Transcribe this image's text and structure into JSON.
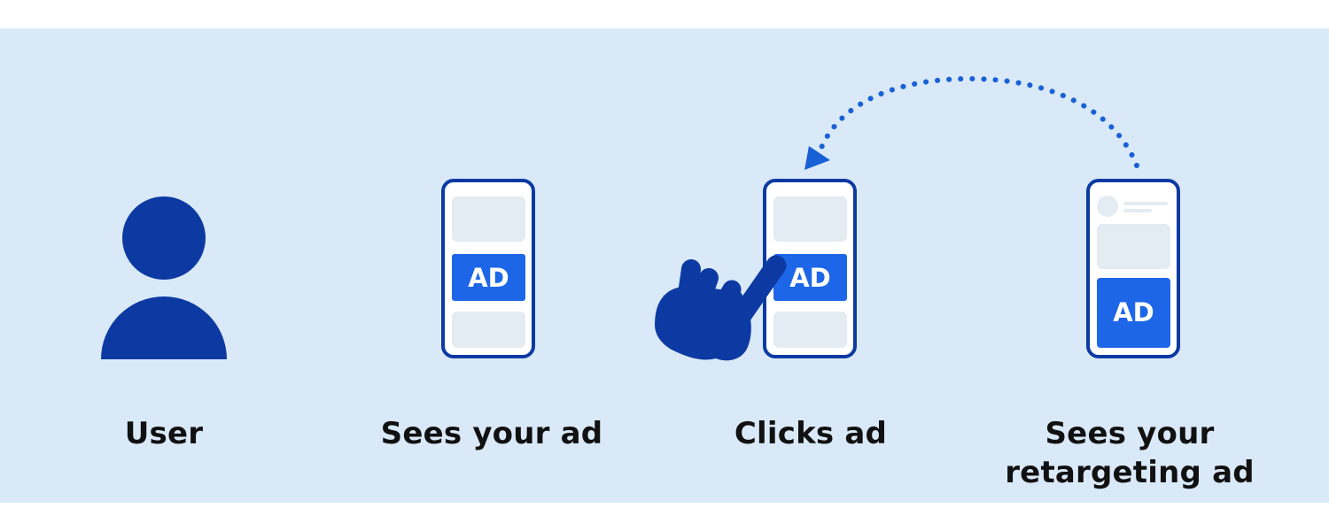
{
  "colors": {
    "background_band": "#dae9f8",
    "dark_navy": "#0c3aa2",
    "ad_blue": "#1e66e8",
    "phone_card": "#e3ebf3",
    "phone_screen": "#ffffff",
    "arrow_dots": "#1860d6"
  },
  "steps": [
    {
      "id": "user",
      "icon": "user-icon",
      "caption": "User"
    },
    {
      "id": "sees",
      "icon": "phone-icon",
      "ad_label": "AD",
      "caption": "Sees your ad"
    },
    {
      "id": "clicks",
      "icon": "phone-icon",
      "ad_label": "AD",
      "pointer": "hand-pointer-icon",
      "caption": "Clicks ad"
    },
    {
      "id": "retarget",
      "icon": "phone-icon",
      "ad_label": "AD",
      "caption": "Sees your\nretargeting ad"
    }
  ],
  "return_arrow": {
    "style": "dotted",
    "direction": "from step 4 back to step 3"
  }
}
